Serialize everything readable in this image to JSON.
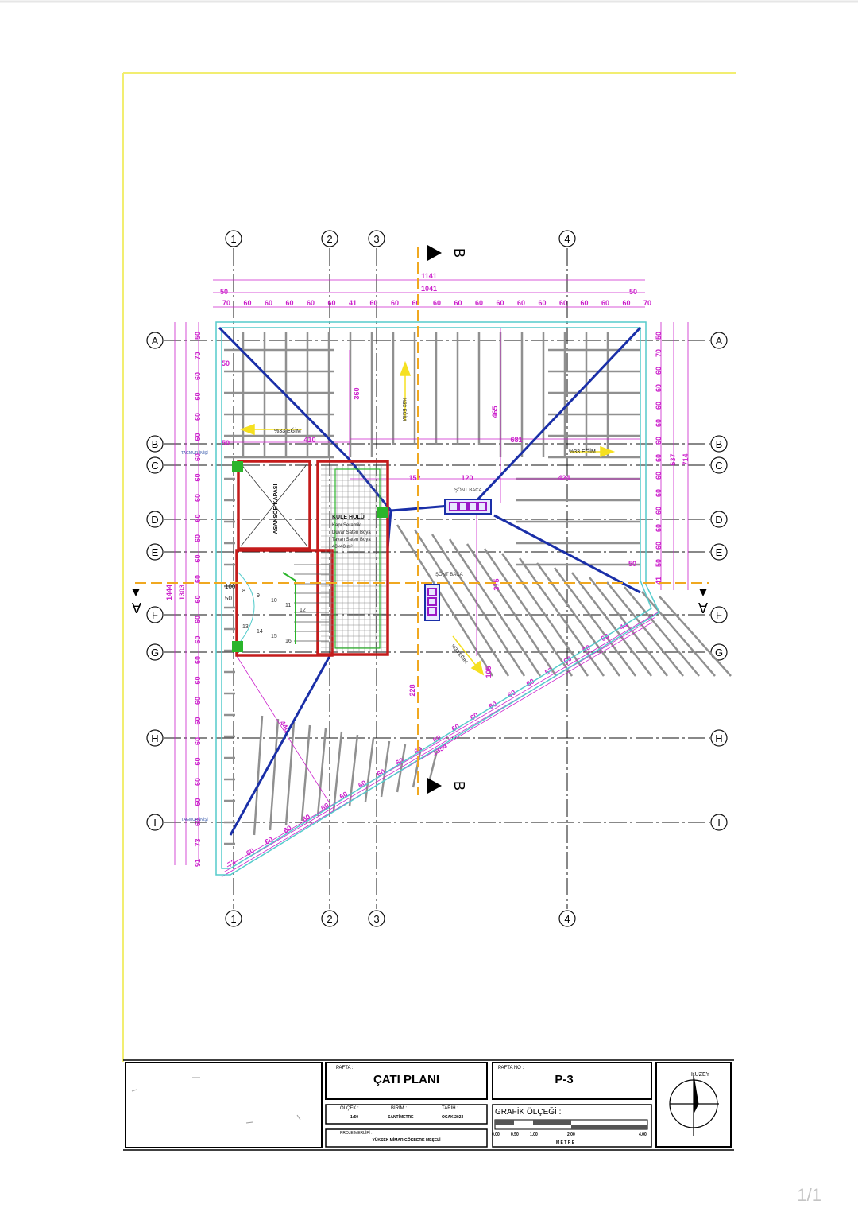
{
  "grid": {
    "cols": [
      "1",
      "2",
      "3",
      "4"
    ],
    "rows": [
      "A",
      "B",
      "C",
      "D",
      "E",
      "F",
      "G",
      "H",
      "I"
    ]
  },
  "section_marks": {
    "vertical": "B",
    "horizontal": "A"
  },
  "dimensions": {
    "top_total": "1141",
    "top_inner": "1041",
    "top_edge": "50",
    "top_rafters": [
      "70",
      "60",
      "60",
      "60",
      "60",
      "60",
      "41",
      "60",
      "60",
      "60",
      "60",
      "60",
      "60",
      "60",
      "60",
      "60",
      "60",
      "60",
      "60",
      "60",
      "70"
    ],
    "left_total": "1444",
    "left_inner": "1303",
    "left_rafters": [
      "50",
      "70",
      "60",
      "60",
      "60",
      "60",
      "60",
      "60",
      "60",
      "60",
      "60",
      "60",
      "60",
      "60",
      "60",
      "60",
      "60",
      "60",
      "60",
      "60",
      "60",
      "60",
      "60",
      "60",
      "60",
      "73",
      "91"
    ],
    "right_total": "714",
    "right_inner": "637",
    "right_rafters": [
      "50",
      "70",
      "60",
      "60",
      "60",
      "60",
      "60",
      "60",
      "60",
      "60",
      "60",
      "60",
      "60",
      "50",
      "41"
    ],
    "diagonal_total": "1354",
    "diagonal_rafters": [
      "73",
      "60",
      "60",
      "60",
      "60",
      "60",
      "60",
      "60",
      "60",
      "60",
      "60",
      "60",
      "60",
      "60",
      "60",
      "60",
      "60",
      "57",
      "60",
      "60",
      "60",
      "44"
    ],
    "interior": [
      "360",
      "465",
      "410",
      "681",
      "424",
      "152",
      "120",
      "375",
      "228",
      "105",
      "440",
      "50",
      "50",
      "50"
    ]
  },
  "annotations": {
    "slope": "%33 EĞİM",
    "asansor": "ASANSÖR KAPASI",
    "kule": "KULE HOLÜ",
    "kule_detail_1": "Kapı Seramik",
    "kule_detail_2": "Duvar Saten Boya",
    "kule_detail_3": "Tavan Saten Boya",
    "kule_detail_4": "40×40 m²",
    "chimney": "ŞÖNT BACA",
    "landing": "100",
    "landing_2": "50",
    "stair_steps": [
      "8",
      "9",
      "10",
      "11",
      "12",
      "13",
      "14",
      "15",
      "16"
    ],
    "drain": "TAGMUR İNİŞİ"
  },
  "title_block": {
    "pafta_label": "PAFTA :",
    "pafta_title": "ÇATI PLANI",
    "pafta_no_label": "PAFTA NO :",
    "pafta_no": "P-3",
    "olcek_label": "ÖLÇEK :",
    "olcek": "1:50",
    "birim_label": "BİRİM :",
    "birim": "SANTİMETRE",
    "tarih_label": "TARİH :",
    "tarih": "OCAK 2023",
    "proje_label": "PROJE MERLİFİ :",
    "architect": "YÜKSEK MİMAR GÖKBERK MEŞELİ",
    "grafik_label": "GRAFİK ÖLÇEĞİ :",
    "scale_ticks": [
      "0.00",
      "0.50",
      "1.00",
      "2.00",
      "4.00"
    ],
    "scale_unit": "M E T R E",
    "north": "KUZEY"
  },
  "page_number": "1/1",
  "colors": {
    "frame": "#f2ee71",
    "grid": "#111111",
    "dim": "#cc22cc",
    "eave": "#55cccc",
    "rafter": "#909090",
    "ridge": "#1a2fa8",
    "wall": "#c41b1b",
    "arrow": "#f5e020",
    "axis": "#f0a820",
    "green": "#2bb52b"
  }
}
